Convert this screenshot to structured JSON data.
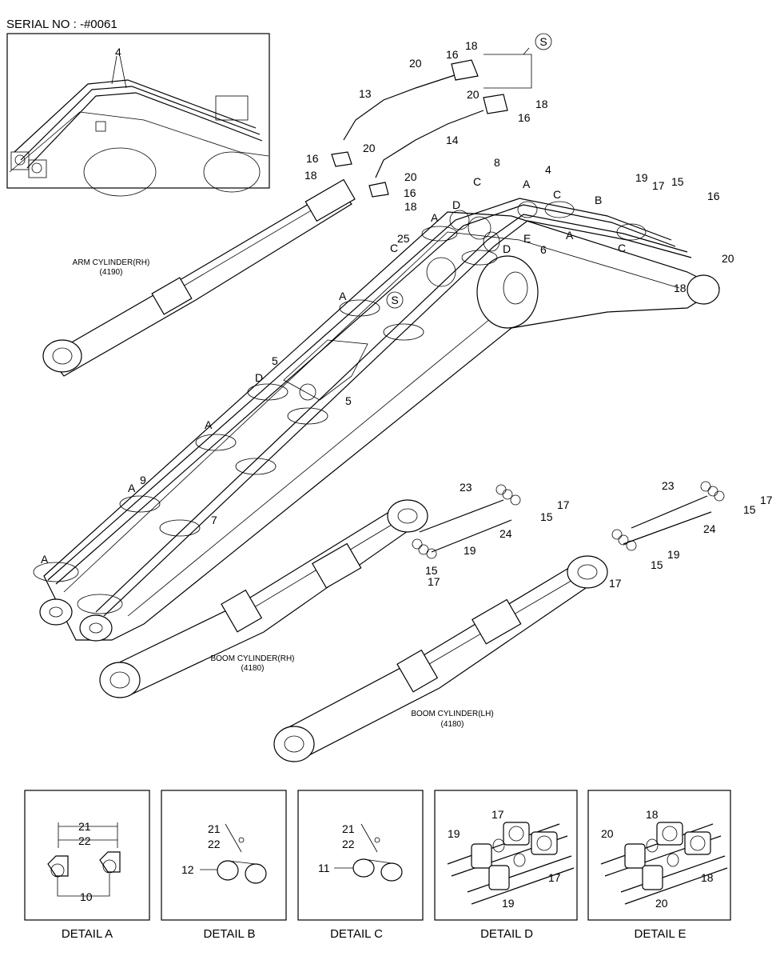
{
  "serial": "SERIAL NO : -#0061",
  "captions": {
    "arm_cyl_rh": "ARM CYLINDER(RH)",
    "arm_cyl_rh_code": "(4190)",
    "boom_cyl_rh": "BOOM CYLINDER(RH)",
    "boom_cyl_rh_code": "(4180)",
    "boom_cyl_lh": "BOOM CYLINDER(LH)",
    "boom_cyl_lh_code": "(4180)"
  },
  "callouts": [
    {
      "t": "4"
    },
    {
      "t": "18"
    },
    {
      "t": "16"
    },
    {
      "t": "20"
    },
    {
      "t": "13"
    },
    {
      "t": "20"
    },
    {
      "t": "18"
    },
    {
      "t": "16"
    },
    {
      "t": "14"
    },
    {
      "t": "16"
    },
    {
      "t": "20"
    },
    {
      "t": "18"
    },
    {
      "t": "20"
    },
    {
      "t": "16"
    },
    {
      "t": "18"
    },
    {
      "t": "8"
    },
    {
      "t": "C"
    },
    {
      "t": "A"
    },
    {
      "t": "4"
    },
    {
      "t": "C"
    },
    {
      "t": "D"
    },
    {
      "t": "B"
    },
    {
      "t": "19"
    },
    {
      "t": "17"
    },
    {
      "t": "15"
    },
    {
      "t": "16"
    },
    {
      "t": "A"
    },
    {
      "t": "E"
    },
    {
      "t": "6"
    },
    {
      "t": "A"
    },
    {
      "t": "C"
    },
    {
      "t": "20"
    },
    {
      "t": "25"
    },
    {
      "t": "C"
    },
    {
      "t": "D"
    },
    {
      "t": "18"
    },
    {
      "t": "A"
    },
    {
      "t": "5"
    },
    {
      "t": "D"
    },
    {
      "t": "5"
    },
    {
      "t": "A"
    },
    {
      "t": "9"
    },
    {
      "t": "A"
    },
    {
      "t": "7"
    },
    {
      "t": "A"
    },
    {
      "t": "23"
    },
    {
      "t": "17"
    },
    {
      "t": "15"
    },
    {
      "t": "24"
    },
    {
      "t": "19"
    },
    {
      "t": "15"
    },
    {
      "t": "17"
    },
    {
      "t": "23"
    },
    {
      "t": "17"
    },
    {
      "t": "15"
    },
    {
      "t": "24"
    },
    {
      "t": "19"
    },
    {
      "t": "15"
    },
    {
      "t": "17"
    }
  ],
  "details": [
    {
      "title": "DETAIL  A",
      "labels": [
        "21",
        "22",
        "10"
      ]
    },
    {
      "title": "DETAIL  B",
      "labels": [
        "21",
        "22",
        "12"
      ]
    },
    {
      "title": "DETAIL  C",
      "labels": [
        "21",
        "22",
        "11"
      ]
    },
    {
      "title": "DETAIL  D",
      "labels": [
        "17",
        "19",
        "17",
        "19"
      ]
    },
    {
      "title": "DETAIL  E",
      "labels": [
        "18",
        "20",
        "18",
        "20"
      ]
    }
  ],
  "s_marker": "S"
}
